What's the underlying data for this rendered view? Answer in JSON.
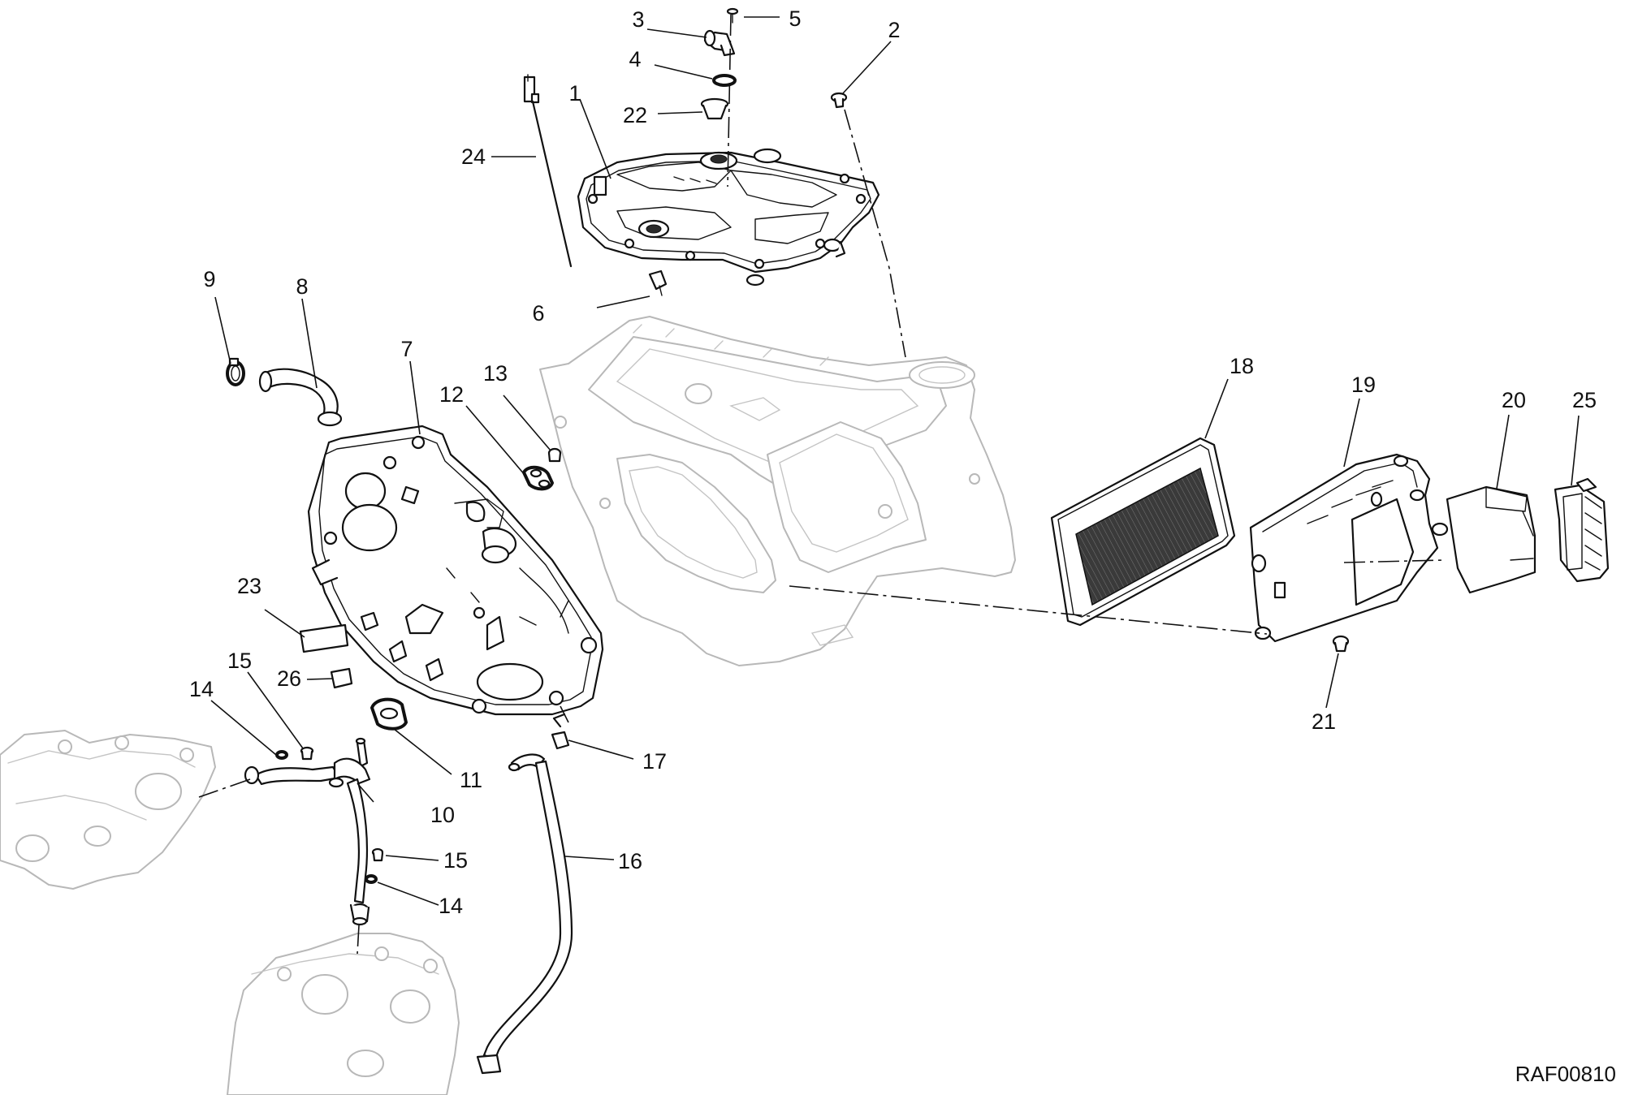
{
  "diagram": {
    "reference_code": "RAF00810",
    "callouts": {
      "c1": "1",
      "c2": "2",
      "c3": "3",
      "c4": "4",
      "c5": "5",
      "c6": "6",
      "c7": "7",
      "c8": "8",
      "c9": "9",
      "c10": "10",
      "c11": "11",
      "c12": "12",
      "c13": "13",
      "c14a": "14",
      "c14b": "14",
      "c15a": "15",
      "c15b": "15",
      "c16": "16",
      "c17": "17",
      "c18": "18",
      "c19": "19",
      "c20": "20",
      "c21": "21",
      "c22": "22",
      "c23": "23",
      "c24": "24",
      "c25": "25",
      "c26": "26"
    }
  }
}
